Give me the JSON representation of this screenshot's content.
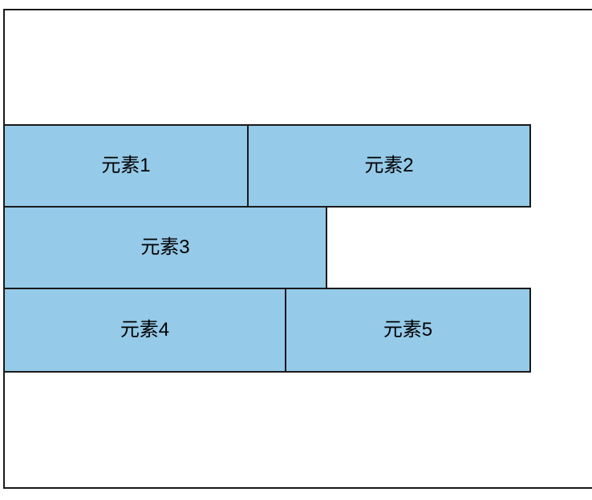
{
  "colors": {
    "box_fill": "#95cae8",
    "border": "#1a1a1a",
    "background": "#ffffff"
  },
  "elements": [
    {
      "label": "元素1"
    },
    {
      "label": "元素2"
    },
    {
      "label": "元素3"
    },
    {
      "label": "元素4"
    },
    {
      "label": "元素5"
    }
  ]
}
